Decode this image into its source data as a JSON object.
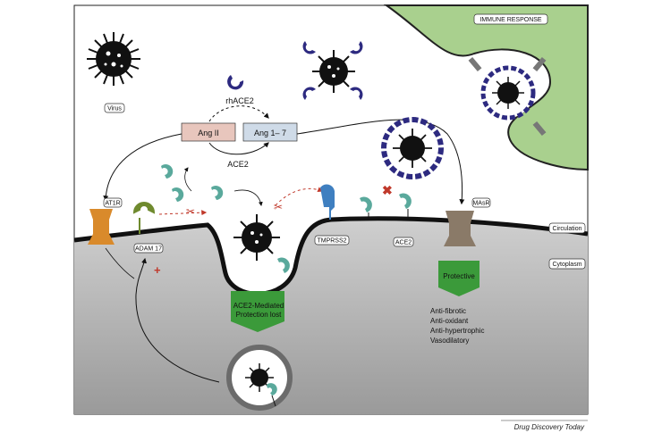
{
  "labels": {
    "immune_response": "IMMUNE RESPONSE",
    "virus": "Virus",
    "rhace2": "rhACE2",
    "ang2": "Ang II",
    "ang17": "Ang 1– 7",
    "ace2_arrow": "ACE2",
    "at1r": "AT1R",
    "adam17": "ADAM 17",
    "tmprss2": "TMPRSS2",
    "ace2_receptor": "ACE2",
    "masr": "MAsR",
    "circulation": "Circulation",
    "cytoplasm": "Cytoplasm",
    "protection_lost_1": "ACE2-Mediated",
    "protection_lost_2": "Protection lost",
    "protective": "Protective",
    "effects": [
      "Anti-fibrotic",
      "Anti-oxidant",
      "Anti-hypertrophic",
      "Vasodilatory"
    ]
  },
  "credit": "Drug Discovery Today",
  "colors": {
    "ace2_teal": "#5aa99c",
    "antibody_purple": "#2d2a80",
    "chevron_green": "#3b9a3a",
    "cell_green": "#a9d08e",
    "cytoplasm_gray": "#bdbdbd",
    "at1r_orange": "#d98a2b",
    "masr_brown": "#8a7a68",
    "tmprss2_blue": "#3f7fc0",
    "adam17_olive": "#6f8a2e",
    "scissors_red": "#c0392b"
  }
}
